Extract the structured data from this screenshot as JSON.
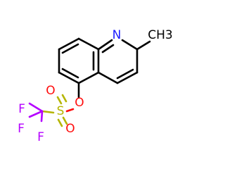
{
  "molecule": {
    "atoms": [
      {
        "id": "n1",
        "symbol": "N",
        "color": "#1c1cff"
      },
      {
        "id": "ch3",
        "symbol": "CH3",
        "color": "#000000"
      },
      {
        "id": "o_ester",
        "symbol": "O",
        "color": "#ff0d0d"
      },
      {
        "id": "s",
        "symbol": "S",
        "color": "#b5b500"
      },
      {
        "id": "o_s1",
        "symbol": "O",
        "color": "#ff0d0d"
      },
      {
        "id": "o_s2",
        "symbol": "O",
        "color": "#ff0d0d"
      },
      {
        "id": "f1",
        "symbol": "F",
        "color": "#b400ff"
      },
      {
        "id": "f2",
        "symbol": "F",
        "color": "#b400ff"
      },
      {
        "id": "f3",
        "symbol": "F",
        "color": "#b400ff"
      }
    ]
  }
}
